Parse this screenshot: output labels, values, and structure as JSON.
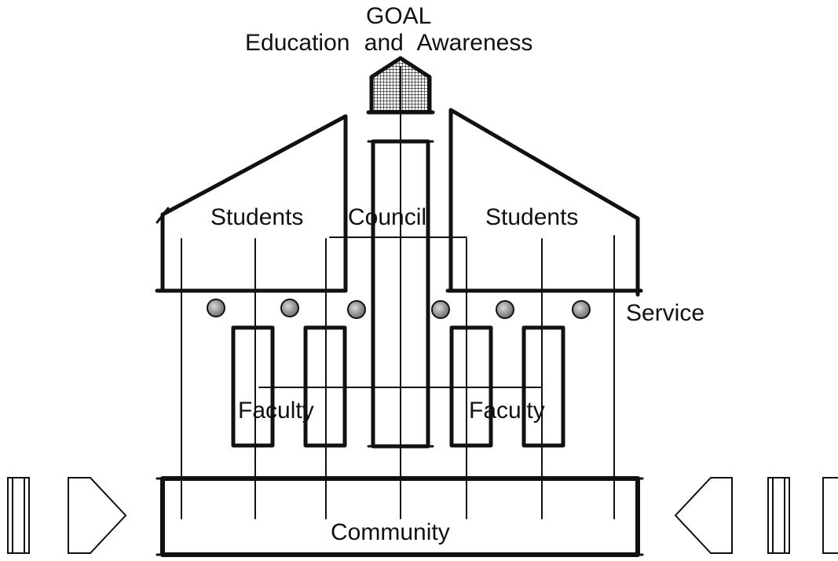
{
  "diagram": {
    "title": "GOAL",
    "subtitle": "Education and Awareness",
    "labels": {
      "students_left": "Students",
      "council": "Council",
      "students_right": "Students",
      "service": "Service",
      "faculty_left": "Faculty",
      "faculty_right": "Faculty",
      "community": "Community"
    },
    "colors": {
      "ink": "#111111",
      "background": "#ffffff",
      "dot_fill": "#9a9a9a",
      "roof_fill": "#7a7a7a"
    }
  }
}
